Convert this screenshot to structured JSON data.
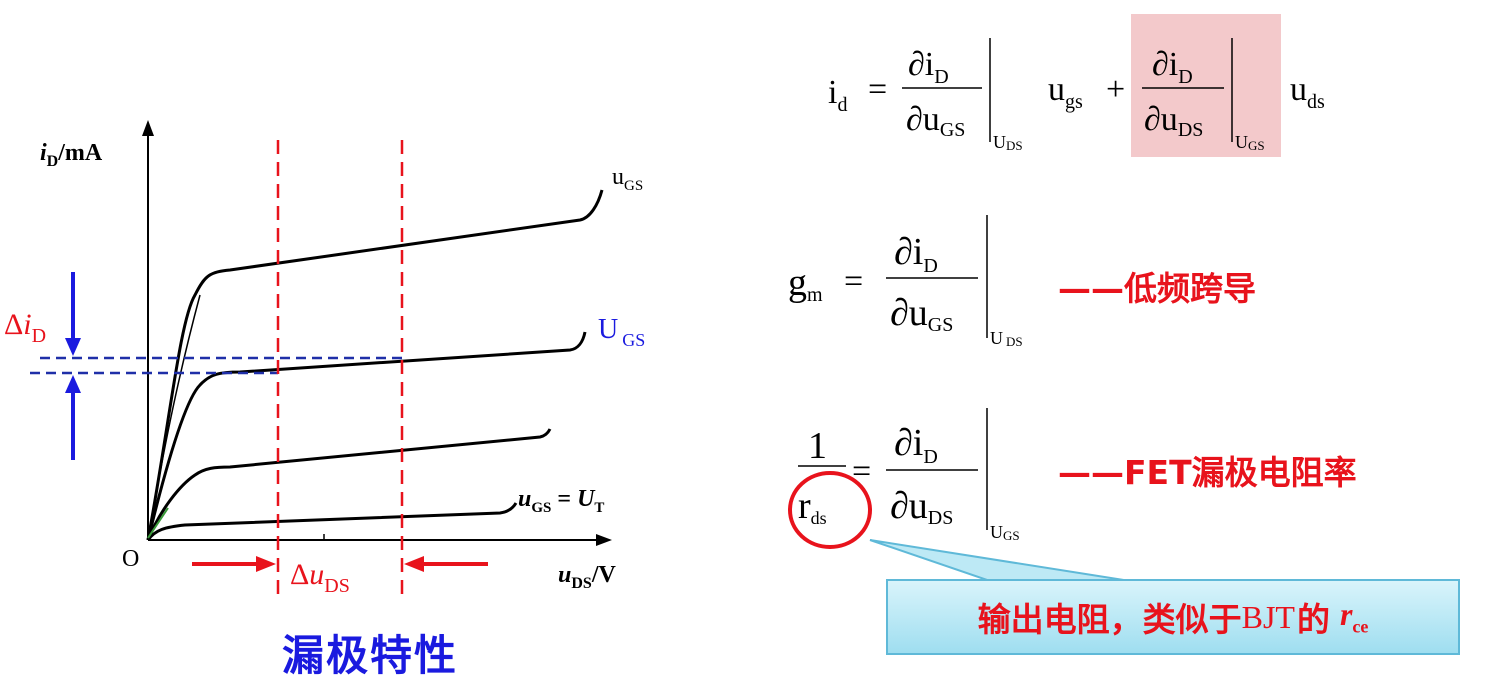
{
  "colors": {
    "red": "#e8131c",
    "blue": "#1a1adf",
    "navy": "#1f2fa8",
    "highlight": "#f3c9cb",
    "callout_border": "#5fb9d8"
  },
  "graph": {
    "y_axis_label_i": "i",
    "y_axis_label_sub": "D",
    "y_axis_label_unit": "/mA",
    "x_axis_label_u": "u",
    "x_axis_label_sub": "DS",
    "x_axis_label_unit": "/V",
    "origin": "O",
    "delta_i_prefix": "Δ",
    "delta_i_var": "i",
    "delta_i_sub": "D",
    "delta_u_prefix": "Δ",
    "delta_u_var": "u",
    "delta_u_sub": "DS",
    "curve_labels": {
      "top_main": "u",
      "top_sub": "GS",
      "mid_main": "U",
      "mid_sub": "GS",
      "bottom_main": "u",
      "bottom_sub": "GS",
      "bottom_eq": " = ",
      "bottom_var": "U",
      "bottom_var_sub": "T"
    },
    "caption": "漏极特性"
  },
  "eq1": {
    "lhs": "i",
    "lhs_sub": "d",
    "eq": "=",
    "num": "∂i",
    "num_sub": "D",
    "den": "∂u",
    "den_sub": "GS",
    "eval_sub": "U",
    "eval_subsub": "DS",
    "term1": "u",
    "term1_sub": "gs",
    "plus": "+",
    "num2": "∂i",
    "num2_sub": "D",
    "den2": "∂u",
    "den2_sub": "DS",
    "eval2_sub": "U",
    "eval2_subsub": "GS",
    "term2": "u",
    "term2_sub": "ds"
  },
  "eq2": {
    "lhs": "g",
    "lhs_sub": "m",
    "eq": "=",
    "num": "∂i",
    "num_sub": "D",
    "den": "∂u",
    "den_sub": "GS",
    "eval_sub": "U",
    "eval_subsub": "DS",
    "label": "——低频跨导"
  },
  "eq3": {
    "lhs_num": "1",
    "lhs_den": "r",
    "lhs_den_sub": "ds",
    "eq": "=",
    "num": "∂i",
    "num_sub": "D",
    "den": "∂u",
    "den_sub": "DS",
    "eval_sub": "U",
    "eval_subsub": "GS",
    "label": "——FET漏极电阻率"
  },
  "callout": {
    "text_cn": "输出电阻，类似于",
    "text_bjt": "BJT",
    "text_de": "的",
    "text_r": "r",
    "text_r_sub": "ce"
  }
}
